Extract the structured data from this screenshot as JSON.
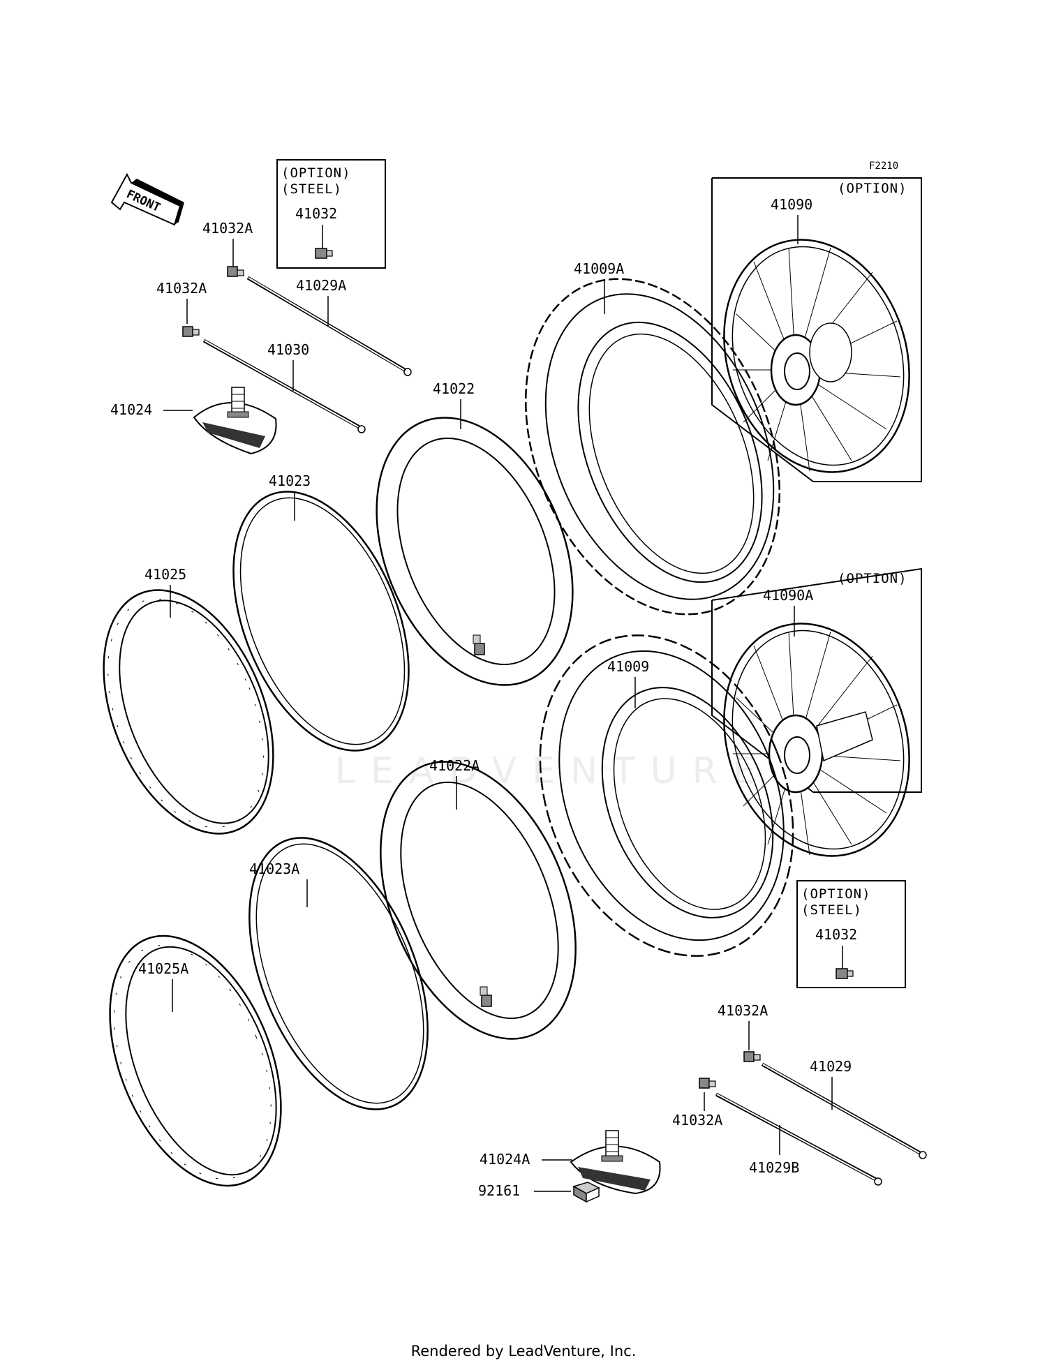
{
  "diagram_code": "F2210",
  "front_label": "FRONT",
  "option_boxes": {
    "steel_top": {
      "line1": "(OPTION)",
      "line2": "(STEEL)",
      "part": "41032"
    },
    "wheel_top": {
      "label": "(OPTION)",
      "part": "41090"
    },
    "wheel_bottom": {
      "label": "(OPTION)",
      "part": "41090A"
    },
    "steel_bottom": {
      "line1": "(OPTION)",
      "line2": "(STEEL)",
      "part": "41032"
    }
  },
  "parts": {
    "p41032A_1": "41032A",
    "p41029A": "41029A",
    "p41032A_2": "41032A",
    "p41030": "41030",
    "p41024": "41024",
    "p41009A": "41009A",
    "p41022": "41022",
    "p41023": "41023",
    "p41025": "41025",
    "p41009": "41009",
    "p41022A": "41022A",
    "p41023A": "41023A",
    "p41025A": "41025A",
    "p41032A_3": "41032A",
    "p41029": "41029",
    "p41032A_4": "41032A",
    "p41029B": "41029B",
    "p41024A": "41024A",
    "p92161": "92161"
  },
  "watermark": "LEADVENTURE",
  "footer": "Rendered by LeadVenture, Inc."
}
